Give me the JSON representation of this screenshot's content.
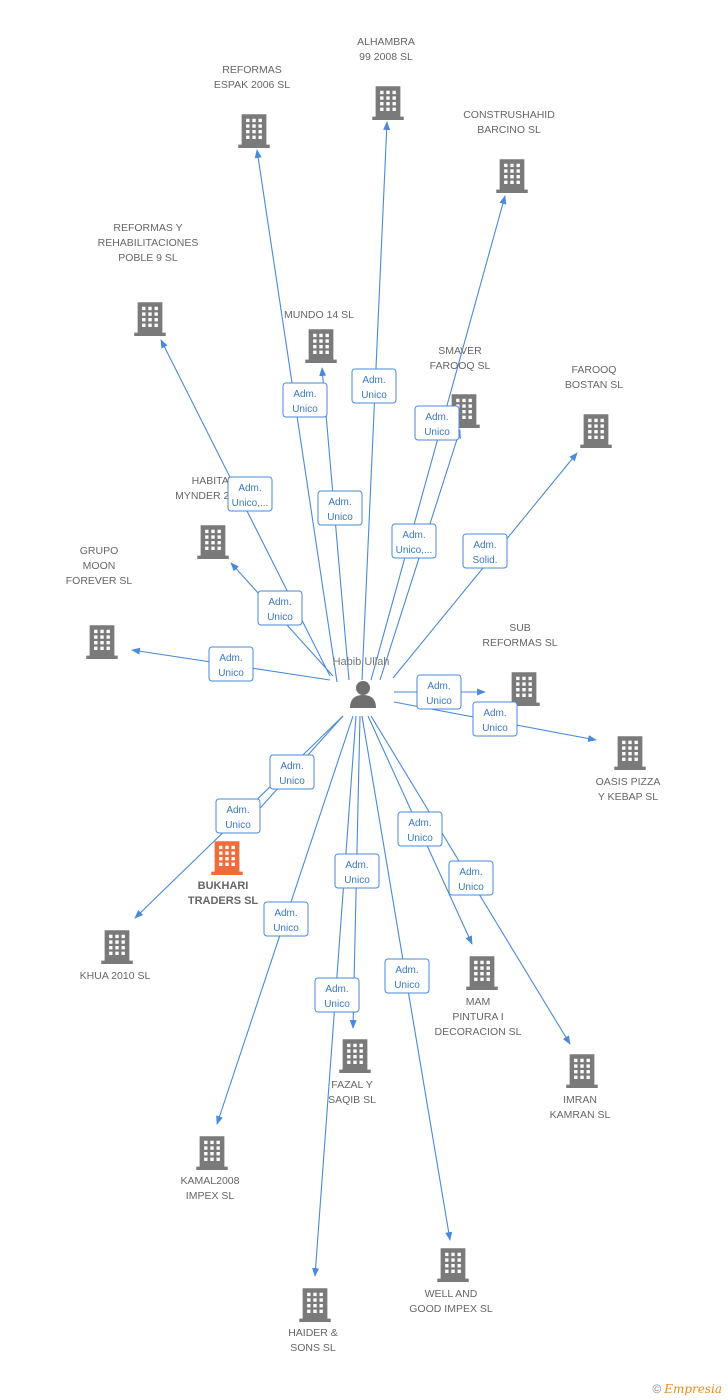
{
  "center": {
    "name": "Habib Ullah",
    "icon": "person-icon"
  },
  "colors": {
    "edge": "#4a8ad8",
    "building": "#7a7a7a",
    "highlight": "#f26b3a",
    "brand": "#f08a1c"
  },
  "companies": [
    {
      "id": "reformas-espak",
      "lines": [
        "REFORMAS",
        "ESPAK 2006 SL"
      ],
      "role": [
        "Adm.",
        "Unico"
      ],
      "highlight": false
    },
    {
      "id": "alhambra",
      "lines": [
        "ALHAMBRA",
        "99 2008 SL"
      ],
      "role": [
        "Adm.",
        "Unico"
      ],
      "highlight": false
    },
    {
      "id": "construshahid",
      "lines": [
        "CONSTRUSHAHID",
        "BARCINO SL"
      ],
      "role": [
        "Adm.",
        "Unico"
      ],
      "highlight": false
    },
    {
      "id": "reformas-rehab",
      "lines": [
        "REFORMAS Y",
        "REHABILITACIONES",
        "POBLE 9 SL"
      ],
      "role": [
        "Adm.",
        "Unico,..."
      ],
      "highlight": false
    },
    {
      "id": "mundo14",
      "lines": [
        "MUNDO 14 SL"
      ],
      "role": [
        "Adm.",
        "Unico"
      ],
      "highlight": false
    },
    {
      "id": "smaver",
      "lines": [
        "SMAVER",
        "FAROOQ SL"
      ],
      "role": [
        "Adm.",
        "Unico,..."
      ],
      "highlight": false
    },
    {
      "id": "farooq-bostan",
      "lines": [
        "FAROOQ",
        "BOSTAN SL"
      ],
      "role": [
        "Adm.",
        "Solid."
      ],
      "highlight": false
    },
    {
      "id": "habitat",
      "lines": [
        "HABITAT",
        "MYNDER 21 SL"
      ],
      "role": [
        "Adm.",
        "Unico"
      ],
      "highlight": false
    },
    {
      "id": "grupo-moon",
      "lines": [
        "GRUPO",
        "MOON",
        "FOREVER SL"
      ],
      "role": [
        "Adm.",
        "Unico"
      ],
      "highlight": false
    },
    {
      "id": "sub-reformas",
      "lines": [
        "SUB",
        "REFORMAS SL"
      ],
      "role": [
        "Adm.",
        "Unico"
      ],
      "highlight": false
    },
    {
      "id": "oasis",
      "lines": [
        "OASIS PIZZA",
        "Y KEBAP SL"
      ],
      "role": [
        "Adm.",
        "Unico"
      ],
      "highlight": false
    },
    {
      "id": "bukhari",
      "lines": [
        "BUKHARI",
        "TRADERS SL"
      ],
      "role": [
        "Adm.",
        "Unico"
      ],
      "highlight": true
    },
    {
      "id": "khua",
      "lines": [
        "KHUA 2010 SL"
      ],
      "role": [
        "Adm.",
        "Unico"
      ],
      "highlight": false
    },
    {
      "id": "kamal",
      "lines": [
        "KAMAL2008",
        "IMPEX SL"
      ],
      "role": [
        "Adm.",
        "Unico"
      ],
      "highlight": false
    },
    {
      "id": "fazal",
      "lines": [
        "FAZAL Y",
        "SAQIB SL"
      ],
      "role": [
        "Adm.",
        "Unico"
      ],
      "highlight": false
    },
    {
      "id": "haider",
      "lines": [
        "HAIDER &",
        "SONS SL"
      ],
      "role": [
        "Adm.",
        "Unico"
      ],
      "highlight": false
    },
    {
      "id": "mam",
      "lines": [
        "MAM",
        "PINTURA I",
        "DECORACION SL"
      ],
      "role": [
        "Adm.",
        "Unico"
      ],
      "highlight": false
    },
    {
      "id": "well-good",
      "lines": [
        "WELL AND",
        "GOOD IMPEX SL"
      ],
      "role": [
        "Adm.",
        "Unico"
      ],
      "highlight": false
    },
    {
      "id": "imran",
      "lines": [
        "IMRAN",
        "KAMRAN SL"
      ],
      "role": [
        "Adm.",
        "Unico"
      ],
      "highlight": false
    }
  ],
  "footer": {
    "copyright": "©",
    "brand": "Empresia"
  }
}
